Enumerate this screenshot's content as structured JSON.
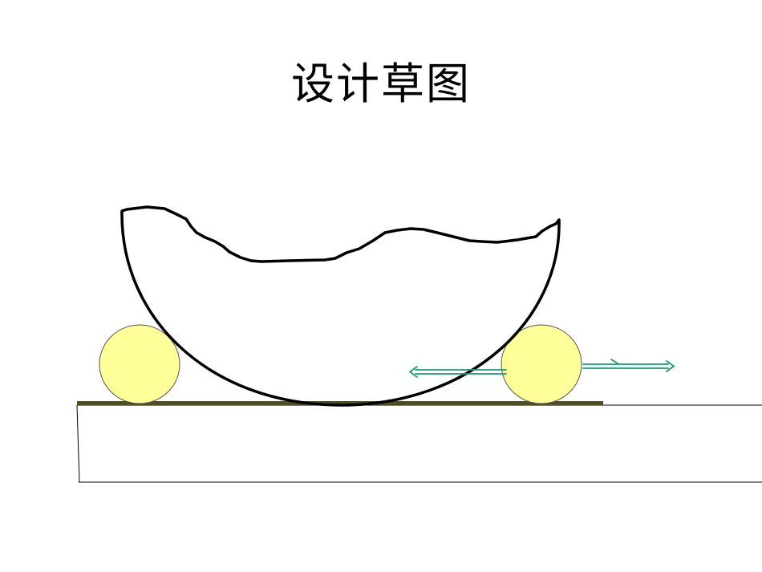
{
  "slide": {
    "title": "设计草图"
  },
  "colors": {
    "background": "#ffffff",
    "outline": "#000000",
    "roller_fill": "#ffff99",
    "roller_stroke": "#555555",
    "rail": "#4d4d26",
    "arrow": "#159a7a"
  },
  "icons": {
    "rollers": "yellow-circle",
    "arrows": "double-line-arrow"
  }
}
